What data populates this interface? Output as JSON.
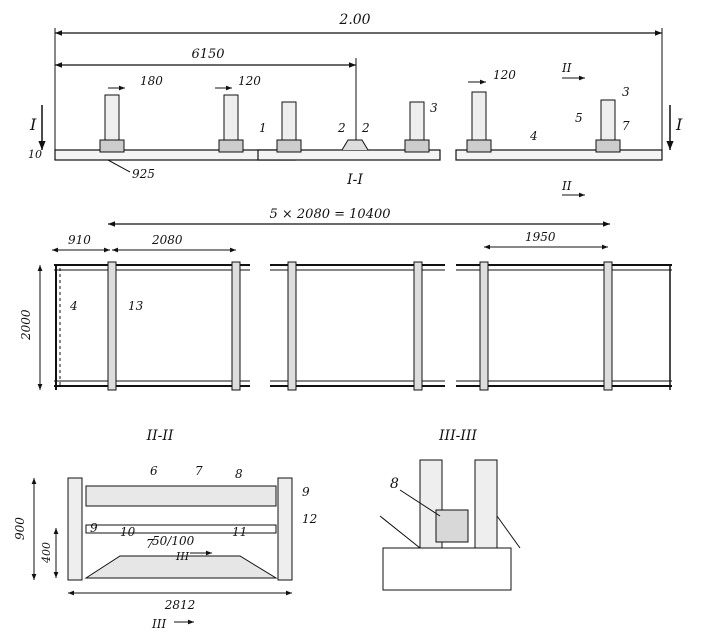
{
  "dimensions": {
    "overall": "2.00",
    "left_span": "6150",
    "gap_180": "180",
    "gap_120": "120",
    "gap_120_right": "120",
    "base_height": "10",
    "elevation": "925",
    "bay_start": "910",
    "bay_module": "2080",
    "bay_series": "5 × 2080 = 10400",
    "bay_end": "1950",
    "plan_width": "2000",
    "sec_height": "900",
    "sec_low": "400",
    "sec_slope": "50/100",
    "sec_width": "2812"
  },
  "section_labels": {
    "s1_left": "I",
    "s1_right": "I",
    "s1_title": "I-I",
    "s2_top": "II",
    "s2_bottom": "II",
    "s2_title": "II-II",
    "s3_title": "III-III",
    "s3_mark": "III",
    "s3_bottom": "III"
  },
  "callouts": {
    "c1": "1",
    "c2": "2",
    "c2b": "2",
    "c3": "3",
    "c3b": "3",
    "c4": "4",
    "c4b": "4",
    "c5": "5",
    "c7": "7",
    "c6": "6",
    "c7b": "7",
    "c8": "8",
    "c9": "9",
    "c9b": "9",
    "c10": "10",
    "c7c": "7",
    "c11": "11",
    "c12": "12",
    "c13": "13",
    "c8b": "8"
  }
}
